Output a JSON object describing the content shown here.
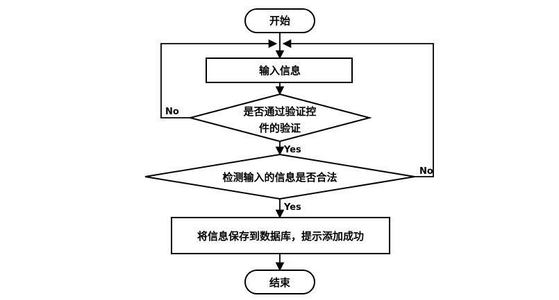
{
  "flowchart": {
    "start": "开始",
    "input": "输入信息",
    "decision_verify_line1": "是否通过验证控",
    "decision_verify_line2": "件的验证",
    "decision_legal": "检测输入的信息是否合法",
    "save": "将信息保存到数据库，提示添加成功",
    "end": "结束",
    "yes_label_1": "Yes",
    "yes_label_2": "Yes",
    "no_label_1": "No",
    "no_label_2": "No"
  }
}
